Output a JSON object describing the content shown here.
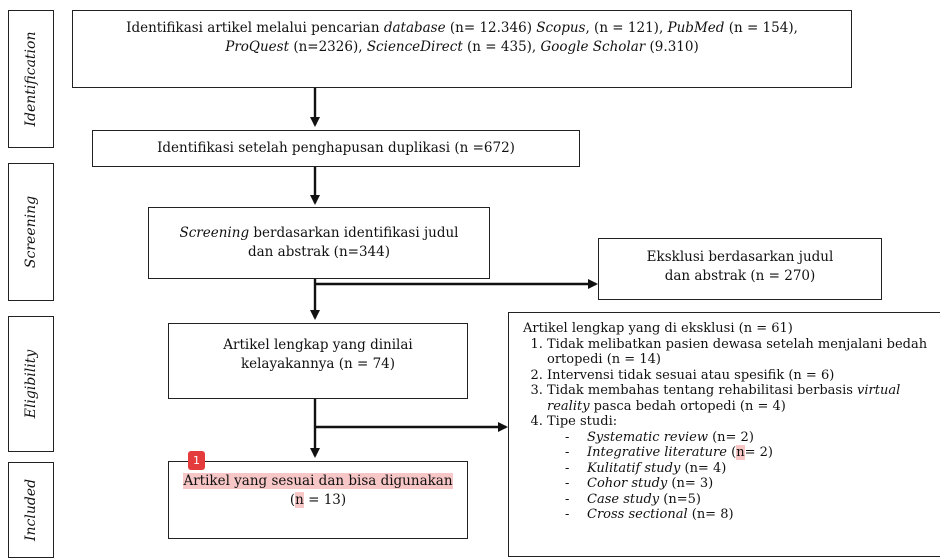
{
  "stages": {
    "identification": "Identification",
    "screening": "Screening",
    "eligibility": "Eligibility",
    "included": "Included"
  },
  "boxes": {
    "identification_db": {
      "prefix": "Identifikasi artikel melalui pencarian ",
      "database": "database",
      "n_total": " (n= 12.346) ",
      "scopus": "Scopus",
      "scopus_n": ", (n = 121), ",
      "pubmed": "PubMed",
      "pubmed_n": " (n = 154),",
      "proquest": "ProQuest",
      "proquest_n": " (n=2326), ",
      "sciencedirect": "ScienceDirect",
      "sciencedirect_n": " (n = 435), ",
      "scholar": "Google Scholar",
      "scholar_n": " (9.310)"
    },
    "dedup": "Identifikasi setelah penghapusan duplikasi (n =672)",
    "screening_word": "Screening",
    "screening_rest": " berdasarkan identifikasi judul dan abstrak (n=344)",
    "exclusion_title": "Eksklusi berdasarkan judul dan abstrak (n = 270)",
    "fulltext": "Artikel lengkap yang dinilai kelayakannya (n = 74)",
    "included_line1": "Artikel yang sesuai dan bisa digunakan",
    "included_n_letter": "n",
    "included_n_rest": " = 13)",
    "included_open_paren": "("
  },
  "fulltext_exclusion": {
    "heading": "Artikel lengkap yang di eksklusi (n = 61)",
    "item1": "Tidak melibatkan pasien dewasa setelah menjalani bedah ortopedi (n = 14)",
    "item2": "Intervensi tidak sesuai atau spesifik (n = 6)",
    "item3_prefix": "Tidak membahas tentang rehabilitasi berbasis ",
    "item3_italic": "virtual reality",
    "item3_suffix": " pasca bedah ortopedi (n = 4)",
    "item4": "Tipe studi:",
    "study_types": [
      {
        "name": "Systematic review",
        "count": " (n= 2)"
      },
      {
        "name": "Integrative literature",
        "count_pre": " (",
        "count_hl": "n",
        "count": "= 2)"
      },
      {
        "name": "Kulitatif study",
        "count": " (n= 4)"
      },
      {
        "name": "Cohor study",
        "count": " (n= 3)"
      },
      {
        "name": "Case study",
        "count": " (n=5)"
      },
      {
        "name": "Cross sectional",
        "count": " (n= 8)"
      }
    ]
  },
  "annotation_badge": "1"
}
